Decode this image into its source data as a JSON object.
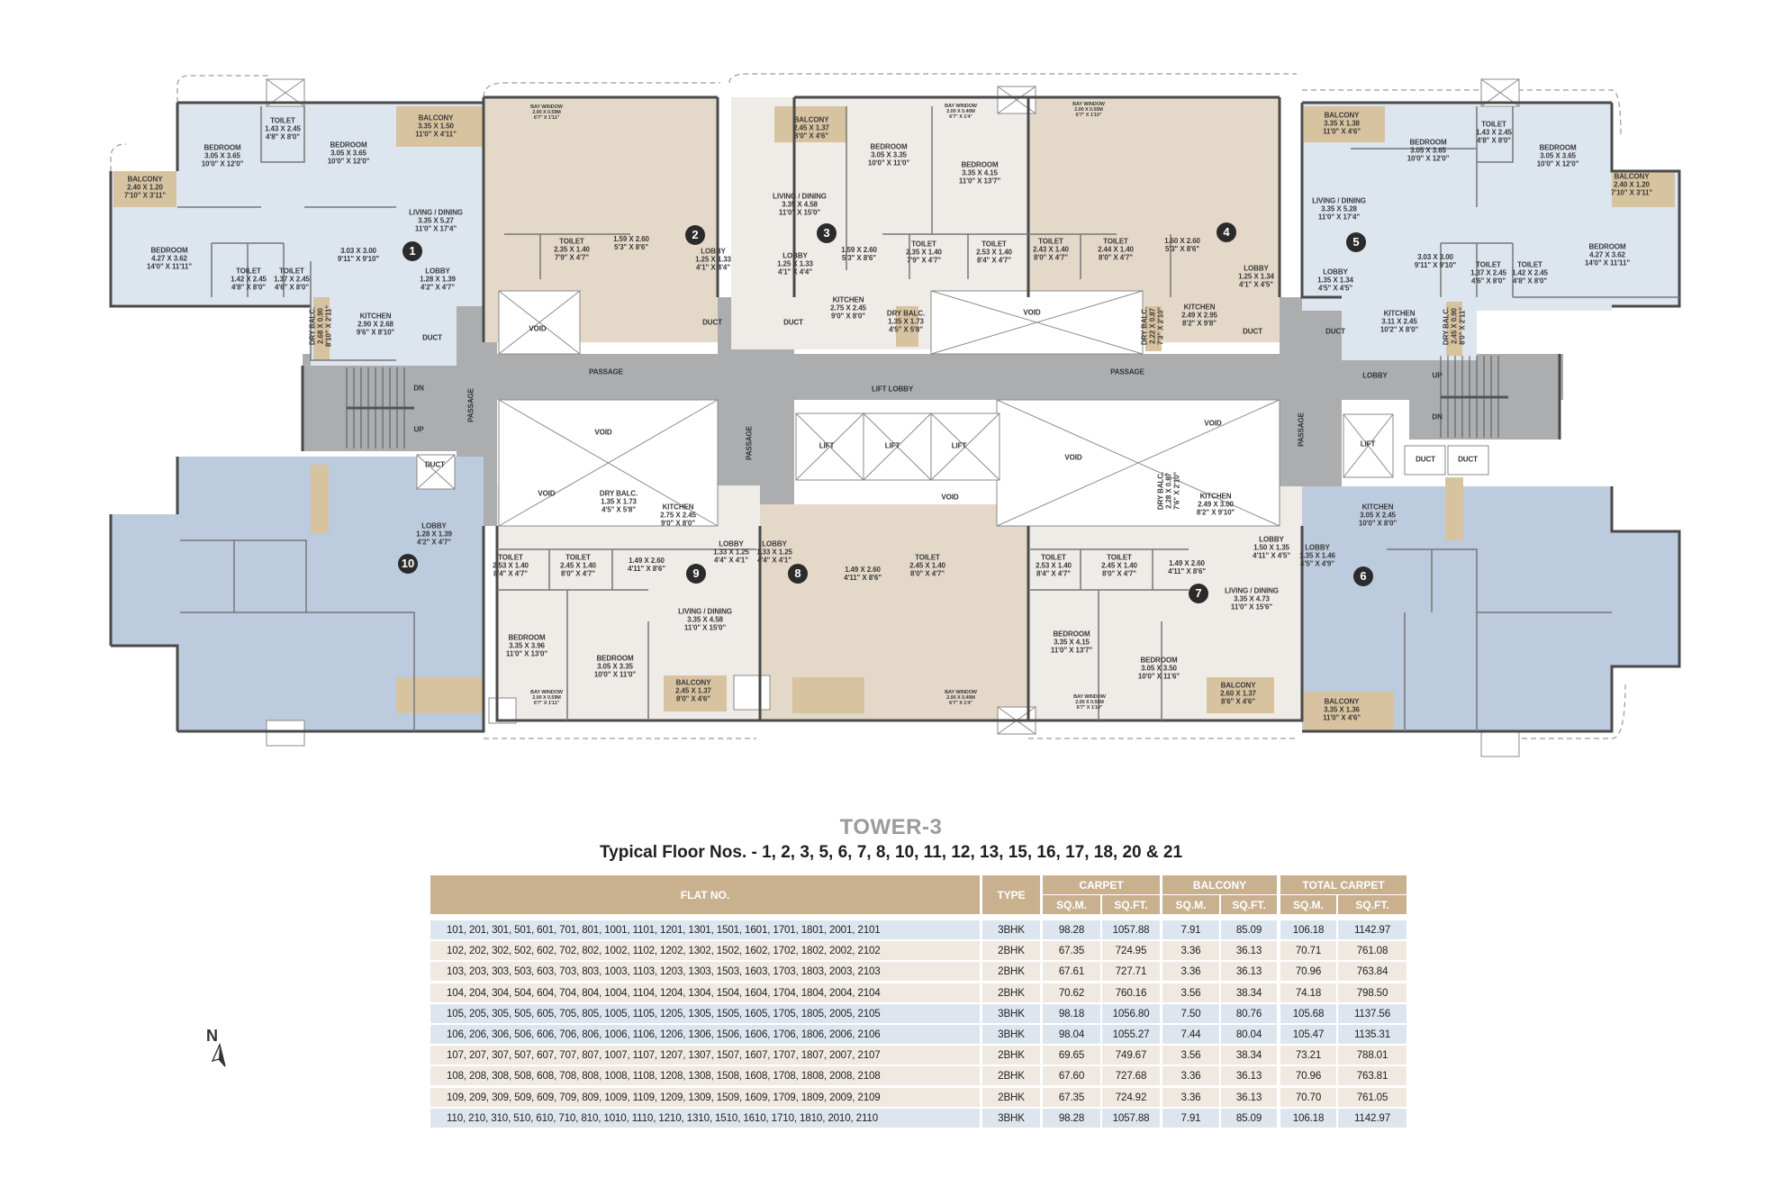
{
  "colors": {
    "unit_blue_light": "#dde5ef",
    "unit_blue": "#bccbdd",
    "unit_beige": "#e4d9c8",
    "unit_grey": "#efebe6",
    "balcony_tan": "#d8c3a0",
    "core_grey": "#acadaf",
    "wall": "#4a4a4a",
    "header_tan": "#c9b190",
    "row_3bhk": "#dde6ef",
    "row_2bhk": "#efe9e1"
  },
  "plan": {
    "units": [
      {
        "number": "1"
      },
      {
        "number": "2"
      },
      {
        "number": "3"
      },
      {
        "number": "4"
      },
      {
        "number": "5"
      },
      {
        "number": "6"
      },
      {
        "number": "7"
      },
      {
        "number": "8"
      },
      {
        "number": "9"
      },
      {
        "number": "10"
      }
    ],
    "rooms": [
      {
        "label": "BEDROOM\n3.05 X 3.65\n10'0\" X 12'0\""
      },
      {
        "label": "TOILET\n1.43 X 2.45\n4'8\" X 8'0\""
      },
      {
        "label": "BEDROOM\n3.05 X 3.65\n10'0\" X 12'0\""
      },
      {
        "label": "BALCONY\n3.35 X 1.50\n11'0\" X 4'11\""
      },
      {
        "label": "BALCONY\n2.40 X 1.20\n7'10\" X 3'11\""
      },
      {
        "label": "LIVING / DINING\n3.35 X 5.27\n11'0\" X 17'4\""
      },
      {
        "label": "BEDROOM\n4.27 X 3.62\n14'0\" X 11'11\""
      },
      {
        "label": "3.03 X 3.00\n9'11\" X 9'10\""
      },
      {
        "label": "TOILET\n1.42 X 2.45\n4'8\" X 8'0\""
      },
      {
        "label": "TOILET\n1.37 X 2.45\n4'6\" X 8'0\""
      },
      {
        "label": "LOBBY\n1.28 X 1.39\n4'2\" X 4'7\""
      },
      {
        "label": "KITCHEN\n2.90 X 2.68\n9'6\" X 8'10\""
      },
      {
        "label": "DRY BALC.\n2.68 X 0.90\n8'10\" X 2'11\""
      },
      {
        "label": "DUCT"
      },
      {
        "label": "BAY WINDOW\n2.00 X 0.59M\n6'7\" X 1'11\""
      },
      {
        "label": "TOILET\n2.35 X 1.40\n7'9\" X 4'7\""
      },
      {
        "label": "1.59 X 2.60\n5'3\" X 8'6\""
      },
      {
        "label": "LOBBY\n1.25 X 1.33\n4'1\" X 4'4\""
      },
      {
        "label": "DUCT"
      },
      {
        "label": "BALCONY\n2.45 X 1.37\n8'0\" X 4'6\""
      },
      {
        "label": "BEDROOM\n3.05 X 3.35\n10'0\" X 11'0\""
      },
      {
        "label": "BEDROOM\n3.35 X 4.15\n11'0\" X 13'7\""
      },
      {
        "label": "LIVING / DINING\n3.35 X 4.58\n11'0\" X 15'0\""
      },
      {
        "label": "LOBBY\n1.25 X 1.33\n4'1\" X 4'4\""
      },
      {
        "label": "1.59 X 2.60\n5'3\" X 8'6\""
      },
      {
        "label": "TOILET\n2.35 X 1.40\n7'9\" X 4'7\""
      },
      {
        "label": "TOILET\n2.53 X 1.40\n8'4\" X 4'7\""
      },
      {
        "label": "KITCHEN\n2.75 X 2.45\n9'0\" X 8'0\""
      },
      {
        "label": "DRY BALC.\n1.35 X 1.73\n4'5\" X 5'8\""
      },
      {
        "label": "DUCT"
      },
      {
        "label": "BAY WINDOW\n2.00 X 0.40M\n6'7\" X 1'4\""
      },
      {
        "label": "VOID"
      },
      {
        "label": "VOID"
      },
      {
        "label": "TOILET\n2.43 X 1.40\n8'0\" X 4'7\""
      },
      {
        "label": "TOILET\n2.44 X 1.40\n8'0\" X 4'7\""
      },
      {
        "label": "DRY BALC.\n2.22 X 0.87\n7'3\" X 2'10\""
      },
      {
        "label": "1.60 X 2.60\n5'3\" X 8'6\""
      },
      {
        "label": "LOBBY\n1.25 X 1.34\n4'1\" X 4'5\""
      },
      {
        "label": "KITCHEN\n2.49 X 2.95\n8'2\" X 9'8\""
      },
      {
        "label": "DUCT"
      },
      {
        "label": "BAY WINDOW\n2.00 X 0.55M\n6'7\" X 1'10\""
      },
      {
        "label": "BALCONY\n3.35 X 1.38\n11'0\" X 4'6\""
      },
      {
        "label": "BEDROOM\n3.05 X 3.65\n10'0\" X 12'0\""
      },
      {
        "label": "TOILET\n1.43 X 2.45\n4'8\" X 8'0\""
      },
      {
        "label": "BEDROOM\n3.05 X 3.65\n10'0\" X 12'0\""
      },
      {
        "label": "BALCONY\n2.40 X 1.20\n7'10\" X 3'11\""
      },
      {
        "label": "LIVING / DINING\n3.35 X 5.28\n11'0\" X 17'4\""
      },
      {
        "label": "LOBBY\n1.35 X 1.34\n4'5\" X 4'5\""
      },
      {
        "label": "3.03 X 3.00\n9'11\" X 9'10\""
      },
      {
        "label": "TOILET\n1.37 X 2.45\n4'6\" X 8'0\""
      },
      {
        "label": "TOILET\n1.42 X 2.45\n4'8\" X 8'0\""
      },
      {
        "label": "BEDROOM\n4.27 X 3.62\n14'0\" X 11'11\""
      },
      {
        "label": "KITCHEN\n3.11 X 2.45\n10'2\" X 8'0\""
      },
      {
        "label": "DRY BALC.\n2.45 X 0.90\n8'0\" X 2'11\""
      },
      {
        "label": "DUCT"
      },
      {
        "label": "PASSAGE"
      },
      {
        "label": "PASSAGE"
      },
      {
        "label": "LIFT LOBBY"
      },
      {
        "label": "PASSAGE"
      },
      {
        "label": "PASSAGE"
      },
      {
        "label": "PASSAGE"
      },
      {
        "label": "DN"
      },
      {
        "label": "UP"
      },
      {
        "label": "LOBBY"
      },
      {
        "label": "UP"
      },
      {
        "label": "DN"
      },
      {
        "label": "LIFT"
      },
      {
        "label": "LIFT"
      },
      {
        "label": "LIFT"
      },
      {
        "label": "LIFT"
      },
      {
        "label": "DUCT"
      },
      {
        "label": "DUCT"
      },
      {
        "label": "VOID"
      },
      {
        "label": "VOID"
      },
      {
        "label": "VOID"
      },
      {
        "label": "VOID"
      },
      {
        "label": "VOID"
      },
      {
        "label": "DUCT"
      },
      {
        "label": "LOBBY\n1.28 X 1.39\n4'2\" X 4'7\""
      },
      {
        "label": "DRY BALC.\n1.35 X 1.73\n4'5\" X 5'8\""
      },
      {
        "label": "KITCHEN\n2.75 X 2.45\n9'0\" X 8'0\""
      },
      {
        "label": "LOBBY\n1.33 X 1.25\n4'4\" X 4'1\""
      },
      {
        "label": "TOILET\n2.53 X 1.40\n8'4\" X 4'7\""
      },
      {
        "label": "TOILET\n2.45 X 1.40\n8'0\" X 4'7\""
      },
      {
        "label": "1.49 X 2.60\n4'11\" X 8'6\""
      },
      {
        "label": "LIVING / DINING\n3.35 X 4.58\n11'0\" X 15'0\""
      },
      {
        "label": "BEDROOM\n3.35 X 3.96\n11'0\" X 13'0\""
      },
      {
        "label": "BEDROOM\n3.05 X 3.35\n10'0\" X 11'0\""
      },
      {
        "label": "BALCONY\n2.45 X 1.37\n8'0\" X 4'6\""
      },
      {
        "label": "BAY WINDOW\n2.00 X 0.59M\n6'7\" X 1'11\""
      },
      {
        "label": "LOBBY\n1.33 X 1.25\n4'4\" X 4'1\""
      },
      {
        "label": "1.49 X 2.60\n4'11\" X 8'6\""
      },
      {
        "label": "TOILET\n2.45 X 1.40\n8'0\" X 4'7\""
      },
      {
        "label": "BAY WINDOW\n2.00 X 0.40M\n6'7\" X 1'4\""
      },
      {
        "label": "DRY BALC.\n2.28 X 0.87\n7'6\" X 2'10\""
      },
      {
        "label": "KITCHEN\n2.49 X 3.00\n8'2\" X 9'10\""
      },
      {
        "label": "LOBBY\n1.50 X 1.35\n4'11\" X 4'5\""
      },
      {
        "label": "TOILET\n2.53 X 1.40\n8'4\" X 4'7\""
      },
      {
        "label": "TOILET\n2.45 X 1.40\n8'0\" X 4'7\""
      },
      {
        "label": "1.49 X 2.60\n4'11\" X 8'6\""
      },
      {
        "label": "LIVING / DINING\n3.35 X 4.73\n11'0\" X 15'6\""
      },
      {
        "label": "BEDROOM\n3.35 X 4.15\n11'0\" X 13'7\""
      },
      {
        "label": "BEDROOM\n3.05 X 3.50\n10'0\" X 11'6\""
      },
      {
        "label": "BALCONY\n2.60 X 1.37\n8'6\" X 4'6\""
      },
      {
        "label": "BAY WINDOW\n2.00 X 0.55M\n6'7\" X 1'10\""
      },
      {
        "label": "LOBBY\n1.35 X 1.46\n4'5\" X 4'9\""
      },
      {
        "label": "KITCHEN\n3.05 X 2.45\n10'0\" X 8'0\""
      },
      {
        "label": "BALCONY\n3.35 X 1.36\n11'0\" X 4'6\""
      }
    ]
  },
  "heading": {
    "title": "TOWER-3",
    "subtitle": "Typical Floor Nos. - 1, 2, 3, 5, 6, 7, 8, 10, 11, 12, 13, 15, 16, 17, 18, 20 & 21"
  },
  "table": {
    "headers": {
      "flat_no": "FLAT NO.",
      "type": "TYPE",
      "carpet": "CARPET",
      "balcony": "BALCONY",
      "total_carpet": "TOTAL CARPET",
      "sqm": "SQ.M.",
      "sqft": "SQ.FT."
    },
    "rows": [
      {
        "flat_no": "101, 201, 301, 501, 601, 701, 801, 1001, 1101, 1201, 1301, 1501, 1601, 1701, 1801, 2001, 2101",
        "type": "3BHK",
        "carpet_sqm": "98.28",
        "carpet_sqft": "1057.88",
        "balcony_sqm": "7.91",
        "balcony_sqft": "85.09",
        "total_sqm": "106.18",
        "total_sqft": "1142.97"
      },
      {
        "flat_no": "102, 202, 302, 502, 602, 702, 802, 1002, 1102, 1202, 1302, 1502, 1602, 1702, 1802, 2002, 2102",
        "type": "2BHK",
        "carpet_sqm": "67.35",
        "carpet_sqft": "724.95",
        "balcony_sqm": "3.36",
        "balcony_sqft": "36.13",
        "total_sqm": "70.71",
        "total_sqft": "761.08"
      },
      {
        "flat_no": "103, 203, 303, 503, 603, 703, 803, 1003, 1103, 1203, 1303, 1503, 1603, 1703, 1803, 2003, 2103",
        "type": "2BHK",
        "carpet_sqm": "67.61",
        "carpet_sqft": "727.71",
        "balcony_sqm": "3.36",
        "balcony_sqft": "36.13",
        "total_sqm": "70.96",
        "total_sqft": "763.84"
      },
      {
        "flat_no": "104, 204, 304, 504, 604, 704, 804, 1004, 1104, 1204, 1304, 1504, 1604, 1704, 1804, 2004, 2104",
        "type": "2BHK",
        "carpet_sqm": "70.62",
        "carpet_sqft": "760.16",
        "balcony_sqm": "3.56",
        "balcony_sqft": "38.34",
        "total_sqm": "74.18",
        "total_sqft": "798.50"
      },
      {
        "flat_no": "105, 205, 305, 505, 605, 705, 805, 1005, 1105, 1205, 1305, 1505, 1605, 1705, 1805, 2005, 2105",
        "type": "3BHK",
        "carpet_sqm": "98.18",
        "carpet_sqft": "1056.80",
        "balcony_sqm": "7.50",
        "balcony_sqft": "80.76",
        "total_sqm": "105.68",
        "total_sqft": "1137.56"
      },
      {
        "flat_no": "106, 206, 306, 506, 606, 706, 806, 1006, 1106, 1206, 1306, 1506, 1606, 1706, 1806, 2006, 2106",
        "type": "3BHK",
        "carpet_sqm": "98.04",
        "carpet_sqft": "1055.27",
        "balcony_sqm": "7.44",
        "balcony_sqft": "80.04",
        "total_sqm": "105.47",
        "total_sqft": "1135.31"
      },
      {
        "flat_no": "107, 207, 307, 507, 607, 707, 807, 1007, 1107, 1207, 1307, 1507, 1607, 1707, 1807, 2007, 2107",
        "type": "2BHK",
        "carpet_sqm": "69.65",
        "carpet_sqft": "749.67",
        "balcony_sqm": "3.56",
        "balcony_sqft": "38.34",
        "total_sqm": "73.21",
        "total_sqft": "788.01"
      },
      {
        "flat_no": "108, 208, 308, 508, 608, 708, 808, 1008, 1108, 1208, 1308, 1508, 1608, 1708, 1808, 2008, 2108",
        "type": "2BHK",
        "carpet_sqm": "67.60",
        "carpet_sqft": "727.68",
        "balcony_sqm": "3.36",
        "balcony_sqft": "36.13",
        "total_sqm": "70.96",
        "total_sqft": "763.81"
      },
      {
        "flat_no": "109, 209, 309, 509, 609, 709, 809, 1009, 1109, 1209, 1309, 1509, 1609, 1709, 1809, 2009, 2109",
        "type": "2BHK",
        "carpet_sqm": "67.35",
        "carpet_sqft": "724.92",
        "balcony_sqm": "3.36",
        "balcony_sqft": "36.13",
        "total_sqm": "70.70",
        "total_sqft": "761.05"
      },
      {
        "flat_no": "110, 210, 310, 510, 610, 710, 810, 1010, 1110, 1210, 1310, 1510, 1610, 1710, 1810, 2010, 2110",
        "type": "3BHK",
        "carpet_sqm": "98.28",
        "carpet_sqft": "1057.88",
        "balcony_sqm": "7.91",
        "balcony_sqft": "85.09",
        "total_sqm": "106.18",
        "total_sqft": "1142.97"
      }
    ]
  },
  "compass": {
    "label": "N",
    "icon": "north-arrow-icon"
  }
}
